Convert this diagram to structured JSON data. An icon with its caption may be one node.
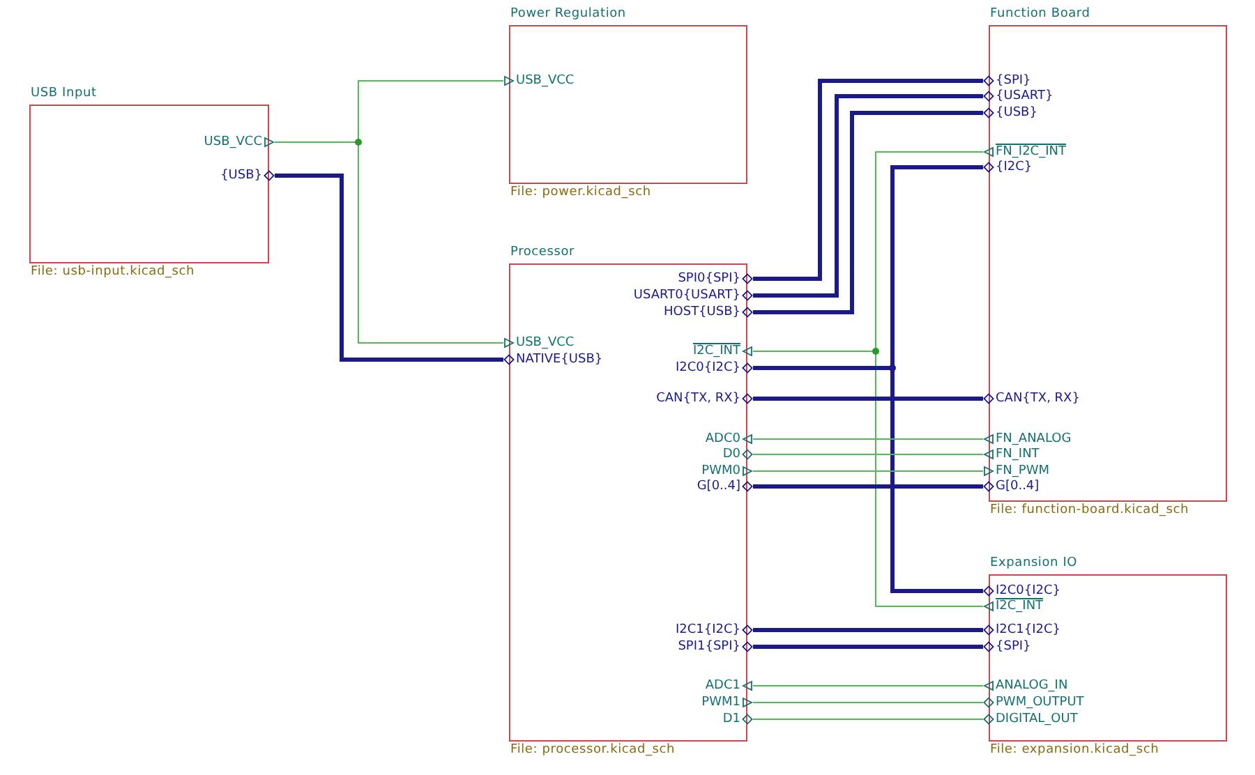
{
  "diagram": {
    "nodes": [
      {
        "text": [
          "USB Input"
        ],
        "beside": [
          "File: usb-input.kicad_sch"
        ]
      },
      {
        "text": [
          "USB_VCC"
        ],
        "in": 0
      },
      {
        "text": [
          "{USB}"
        ],
        "in": 0
      },
      {
        "text": [
          "Power Regulation"
        ],
        "beside": [
          "File: power.kicad_sch"
        ]
      },
      {
        "text": [
          "USB_VCC"
        ],
        "in": 3
      },
      {
        "text": [
          "Function Board"
        ],
        "beside": [
          "File: function-board.kicad_sch"
        ]
      },
      {
        "text": [
          "{SPI}"
        ],
        "in": 5
      },
      {
        "text": [
          "{USART}"
        ],
        "in": 5
      },
      {
        "text": [
          "{USB}"
        ],
        "in": 5
      },
      {
        "text": [
          "FN_I2C_INT"
        ],
        "in": 5
      },
      {
        "text": [
          "{I2C}"
        ],
        "in": 5
      },
      {
        "text": [
          "CAN{TX, RX}"
        ],
        "in": 5
      },
      {
        "text": [
          "FN_ANALOG"
        ],
        "in": 5
      },
      {
        "text": [
          "FN_INT"
        ],
        "in": 5
      },
      {
        "text": [
          "FN_PWM"
        ],
        "in": 5
      },
      {
        "text": [
          "G[0..4]"
        ],
        "in": 5
      },
      {
        "text": [
          "Processor"
        ],
        "beside": [
          "File: processor.kicad_sch"
        ]
      },
      {
        "text": [
          "SPI0{SPI}"
        ],
        "in": 16
      },
      {
        "text": [
          "USART0{USART}"
        ],
        "in": 16
      },
      {
        "text": [
          "HOST{USB}"
        ],
        "in": 16
      },
      {
        "text": [
          "USB_VCC"
        ],
        "in": 16
      },
      {
        "text": [
          "NATIVE{USB}"
        ],
        "in": 16
      },
      {
        "text": [
          "I2C_INT"
        ],
        "in": 16
      },
      {
        "text": [
          "I2C0{I2C}"
        ],
        "in": 16
      },
      {
        "text": [
          "CAN{TX, RX}"
        ],
        "in": 16
      },
      {
        "text": [
          "ADC0"
        ],
        "in": 16
      },
      {
        "text": [
          "D0"
        ],
        "in": 16
      },
      {
        "text": [
          "PWM0"
        ],
        "in": 16
      },
      {
        "text": [
          "G[0..4]"
        ],
        "in": 16
      },
      {
        "text": [
          "I2C1{I2C}"
        ],
        "in": 16
      },
      {
        "text": [
          "SPI1{SPI}"
        ],
        "in": 16
      },
      {
        "text": [
          "ADC1"
        ],
        "in": 16
      },
      {
        "text": [
          "PWM1"
        ],
        "in": 16
      },
      {
        "text": [
          "D1"
        ],
        "in": 16
      },
      {
        "text": [
          "Expansion IO"
        ],
        "beside": [
          "File: expansion.kicad_sch"
        ]
      },
      {
        "text": [
          "I2C0{I2C}"
        ],
        "in": 34
      },
      {
        "text": [
          "I2C_INT"
        ],
        "in": 34
      },
      {
        "text": [
          "I2C1{I2C}"
        ],
        "in": 34
      },
      {
        "text": [
          "{SPI}"
        ],
        "in": 34
      },
      {
        "text": [
          "ANALOG_IN"
        ],
        "in": 34
      },
      {
        "text": [
          "PWM_OUTPUT"
        ],
        "in": 34
      },
      {
        "text": [
          "DIGITAL_OUT"
        ],
        "in": 34
      }
    ],
    "edges": [
      {
        "from": 1,
        "to": 4,
        "arrow": "none"
      },
      {
        "from": 1,
        "to": 20,
        "arrow": "none"
      },
      {
        "from": 2,
        "to": 21,
        "arrow": "none",
        "style": "thick",
        "color": "#1a1a8c"
      },
      {
        "from": 17,
        "to": 6,
        "arrow": "none",
        "style": "thick",
        "color": "#1a1a8c"
      },
      {
        "from": 18,
        "to": 7,
        "arrow": "none",
        "style": "thick",
        "color": "#1a1a8c"
      },
      {
        "from": 19,
        "to": 8,
        "arrow": "none",
        "style": "thick",
        "color": "#1a1a8c"
      },
      {
        "from": 22,
        "to": 9,
        "arrow": "none"
      },
      {
        "from": 22,
        "to": 36,
        "arrow": "none"
      },
      {
        "from": 23,
        "to": 10,
        "arrow": "none",
        "style": "thick",
        "color": "#1a1a8c"
      },
      {
        "from": 23,
        "to": 35,
        "arrow": "none",
        "style": "thick",
        "color": "#1a1a8c"
      },
      {
        "from": 24,
        "to": 11,
        "arrow": "none",
        "style": "thick",
        "color": "#1a1a8c"
      },
      {
        "from": 25,
        "to": 12,
        "arrow": "none"
      },
      {
        "from": 26,
        "to": 13,
        "arrow": "none"
      },
      {
        "from": 27,
        "to": 14,
        "arrow": "none"
      },
      {
        "from": 28,
        "to": 15,
        "arrow": "none",
        "style": "thick",
        "color": "#1a1a8c"
      },
      {
        "from": 29,
        "to": 37,
        "arrow": "none",
        "style": "thick",
        "color": "#1a1a8c"
      },
      {
        "from": 30,
        "to": 38,
        "arrow": "none",
        "style": "thick",
        "color": "#1a1a8c"
      },
      {
        "from": 31,
        "to": 39,
        "arrow": "none"
      },
      {
        "from": 32,
        "to": 40,
        "arrow": "none"
      },
      {
        "from": 33,
        "to": 41,
        "arrow": "none"
      }
    ]
  }
}
